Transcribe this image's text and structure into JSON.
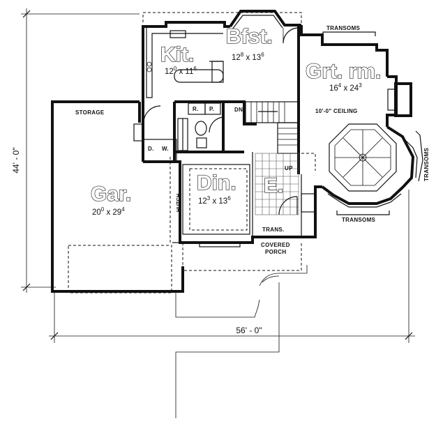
{
  "rooms": {
    "kitchen": {
      "name": "Kit.",
      "w": "12",
      "wsup": "0",
      "x": "x",
      "d": "11",
      "dsup": "6"
    },
    "breakfast": {
      "name": "Bfst.",
      "w": "12",
      "wsup": "8",
      "x": "x",
      "d": "13",
      "dsup": "6"
    },
    "great_room": {
      "name": "Grt. rm.",
      "w": "16",
      "wsup": "4",
      "x": "x",
      "d": "24",
      "dsup": "3"
    },
    "garage": {
      "name": "Gar.",
      "w": "20",
      "wsup": "0",
      "x": "x",
      "d": "29",
      "dsup": "4"
    },
    "dining": {
      "name": "Din.",
      "w": "12",
      "wsup": "3",
      "x": "x",
      "d": "13",
      "dsup": "6"
    },
    "entry": {
      "name": "E."
    }
  },
  "labels": {
    "storage": "STORAGE",
    "transoms_top": "TRANSOMS",
    "transoms_bottom": "TRANSOMS",
    "transoms_side": "TRANSOMS",
    "ceiling": "10'-0\" CEILING",
    "hutch": "HUTCH",
    "trans": "TRANS.",
    "covered": "COVERED",
    "porch": "PORCH",
    "up": "UP",
    "dn": "DN",
    "r": "R.",
    "p": "P.",
    "d": "D.",
    "w": "W."
  },
  "dimensions": {
    "depth": "44' - 0\"",
    "width": "56' - 0\""
  }
}
